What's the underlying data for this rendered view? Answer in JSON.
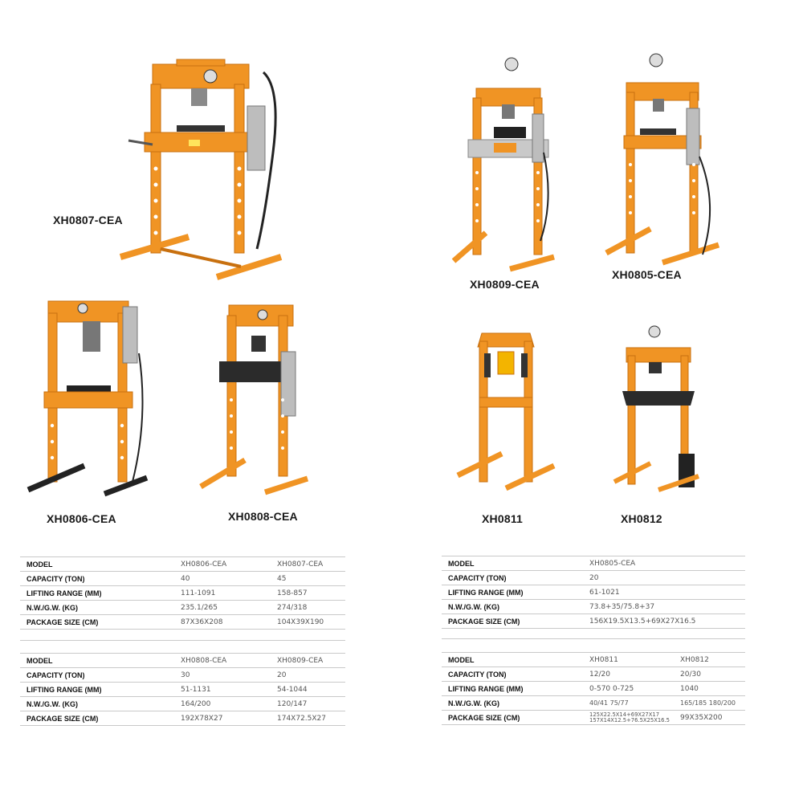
{
  "products": [
    {
      "id": "xh0807",
      "label": "XH0807-CEA"
    },
    {
      "id": "xh0809",
      "label": "XH0809-CEA"
    },
    {
      "id": "xh0805",
      "label": "XH0805-CEA"
    },
    {
      "id": "xh0806",
      "label": "XH0806-CEA"
    },
    {
      "id": "xh0808",
      "label": "XH0808-CEA"
    },
    {
      "id": "xh0811",
      "label": "XH0811"
    },
    {
      "id": "xh0812",
      "label": "XH0812"
    }
  ],
  "tables": [
    {
      "header": [
        "MODEL",
        "XH0806-CEA",
        "XH0807-CEA"
      ],
      "rows": [
        [
          "CAPACITY (TON)",
          "40",
          "45"
        ],
        [
          "LIFTING RANGE (MM)",
          "111-1091",
          "158-857"
        ],
        [
          "N.W./G.W. (KG)",
          "235.1/265",
          "274/318"
        ],
        [
          "PACKAGE SIZE (CM)",
          "87X36X208",
          "104X39X190"
        ]
      ]
    },
    {
      "header": [
        "MODEL",
        "XH0808-CEA",
        "XH0809-CEA"
      ],
      "rows": [
        [
          "CAPACITY (TON)",
          "30",
          "20"
        ],
        [
          "LIFTING RANGE (MM)",
          "51-1131",
          "54-1044"
        ],
        [
          "N.W./G.W. (KG)",
          "164/200",
          "120/147"
        ],
        [
          "PACKAGE SIZE (CM)",
          "192X78X27",
          "174X72.5X27"
        ]
      ]
    },
    {
      "header": [
        "MODEL",
        "XH0805-CEA"
      ],
      "rows": [
        [
          "CAPACITY (TON)",
          "20"
        ],
        [
          "LIFTING RANGE (MM)",
          "61-1021"
        ],
        [
          "N.W./G.W. (KG)",
          "73.8+35/75.8+37"
        ],
        [
          "PACKAGE SIZE (CM)",
          "156X19.5X13.5+69X27X16.5"
        ]
      ]
    },
    {
      "header": [
        "MODEL",
        "XH0811",
        "XH0812"
      ],
      "rows": [
        [
          "CAPACITY (TON)",
          "12/20",
          "20/30"
        ],
        [
          "LIFTING RANGE (MM)",
          "0-570  0-725",
          "1040"
        ],
        [
          "N.W./G.W. (KG)",
          "40/41  75/77",
          "165/185  180/200"
        ],
        [
          "PACKAGE SIZE (CM)",
          "125X22.5X14+69X27X17 157X14X12.5+76.5X25X16.5",
          "99X35X200"
        ]
      ]
    }
  ],
  "colors": {
    "frame": "#f09424",
    "frame_dark": "#c8700f",
    "steel": "#9a9a9a",
    "black": "#222222"
  }
}
